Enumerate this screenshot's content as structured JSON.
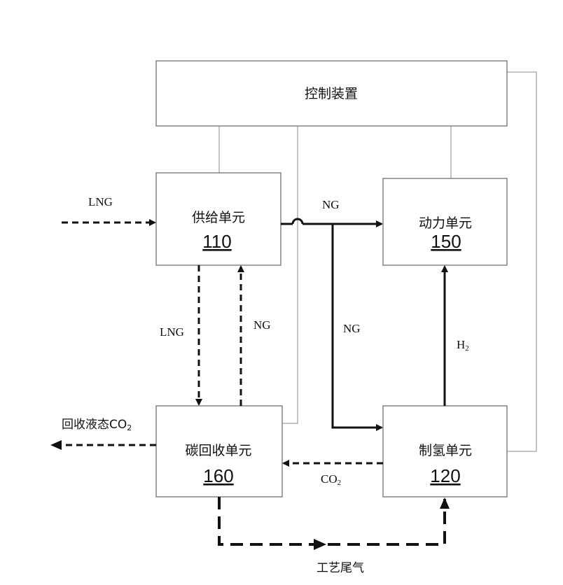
{
  "boxes": {
    "control": {
      "name": "控制装置"
    },
    "supply": {
      "name": "供给单元",
      "id": "110"
    },
    "power": {
      "name": "动力单元",
      "id": "150"
    },
    "carbon": {
      "name": "碳回收单元",
      "id": "160"
    },
    "hydrogen": {
      "name": "制氢单元",
      "id": "120"
    }
  },
  "flows": {
    "lng_in": "LNG",
    "ng_top": "NG",
    "lng_down": "LNG",
    "ng_up": "NG",
    "ng_mid": "NG",
    "h2": "H",
    "h2_sub": "2",
    "co2_out_prefix": "回收液态CO",
    "co2_out_sub": "2",
    "co2": "CO",
    "co2_sub": "2",
    "tail_gas": "工艺尾气"
  }
}
